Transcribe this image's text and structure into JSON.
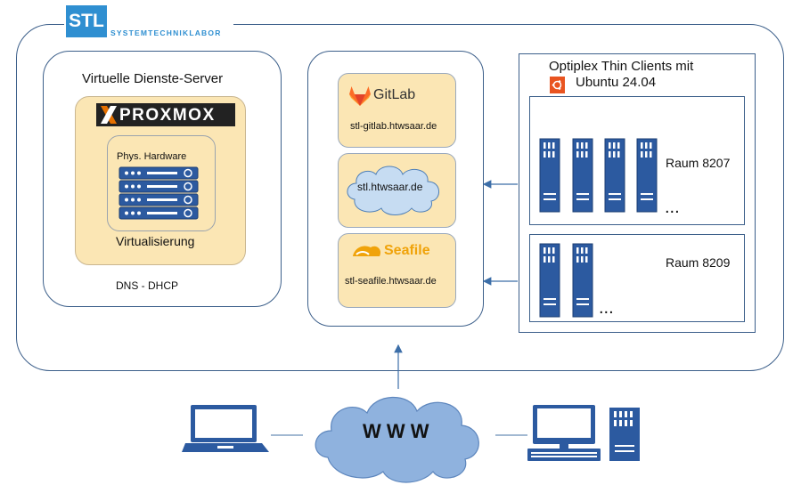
{
  "logo": {
    "abbr": "STL",
    "name": "SYSTEMTECHNIKLABOR"
  },
  "server": {
    "title": "Virtuelle  Dienste-Server",
    "proxmox_logo": "PROXMOX",
    "phys_hardware": "Phys. Hardware",
    "virtualization": "Virtualisierung",
    "dns_dhcp": "DNS - DHCP"
  },
  "services": {
    "gitlab": {
      "name": "GitLab",
      "host": "stl-gitlab.htwsaar.de"
    },
    "stl": {
      "host": "stl.htwsaar.de"
    },
    "seafile": {
      "name": "Seafile",
      "host": "stl-seafile.htwsaar.de"
    }
  },
  "clients": {
    "title_line1": "Optiplex Thin Clients mit",
    "title_line2": "Ubuntu 24.04",
    "room1": {
      "label": "Raum 8207",
      "more": "..."
    },
    "room2": {
      "label": "Raum 8209",
      "more": "..."
    }
  },
  "internet": {
    "label": "W W W"
  },
  "colors": {
    "frame": "#3c5f8a",
    "service_fill": "#fbe6b4",
    "proxmox_fill": "#fbe6b4",
    "cloud_fill": "#c6dcf2",
    "www_cloud_fill": "#8fb2de",
    "device_blue": "#2c5aa0",
    "gitlab_orange": "#e24329",
    "seafile_orange": "#f0a30a",
    "ubuntu_orange": "#e95420"
  }
}
